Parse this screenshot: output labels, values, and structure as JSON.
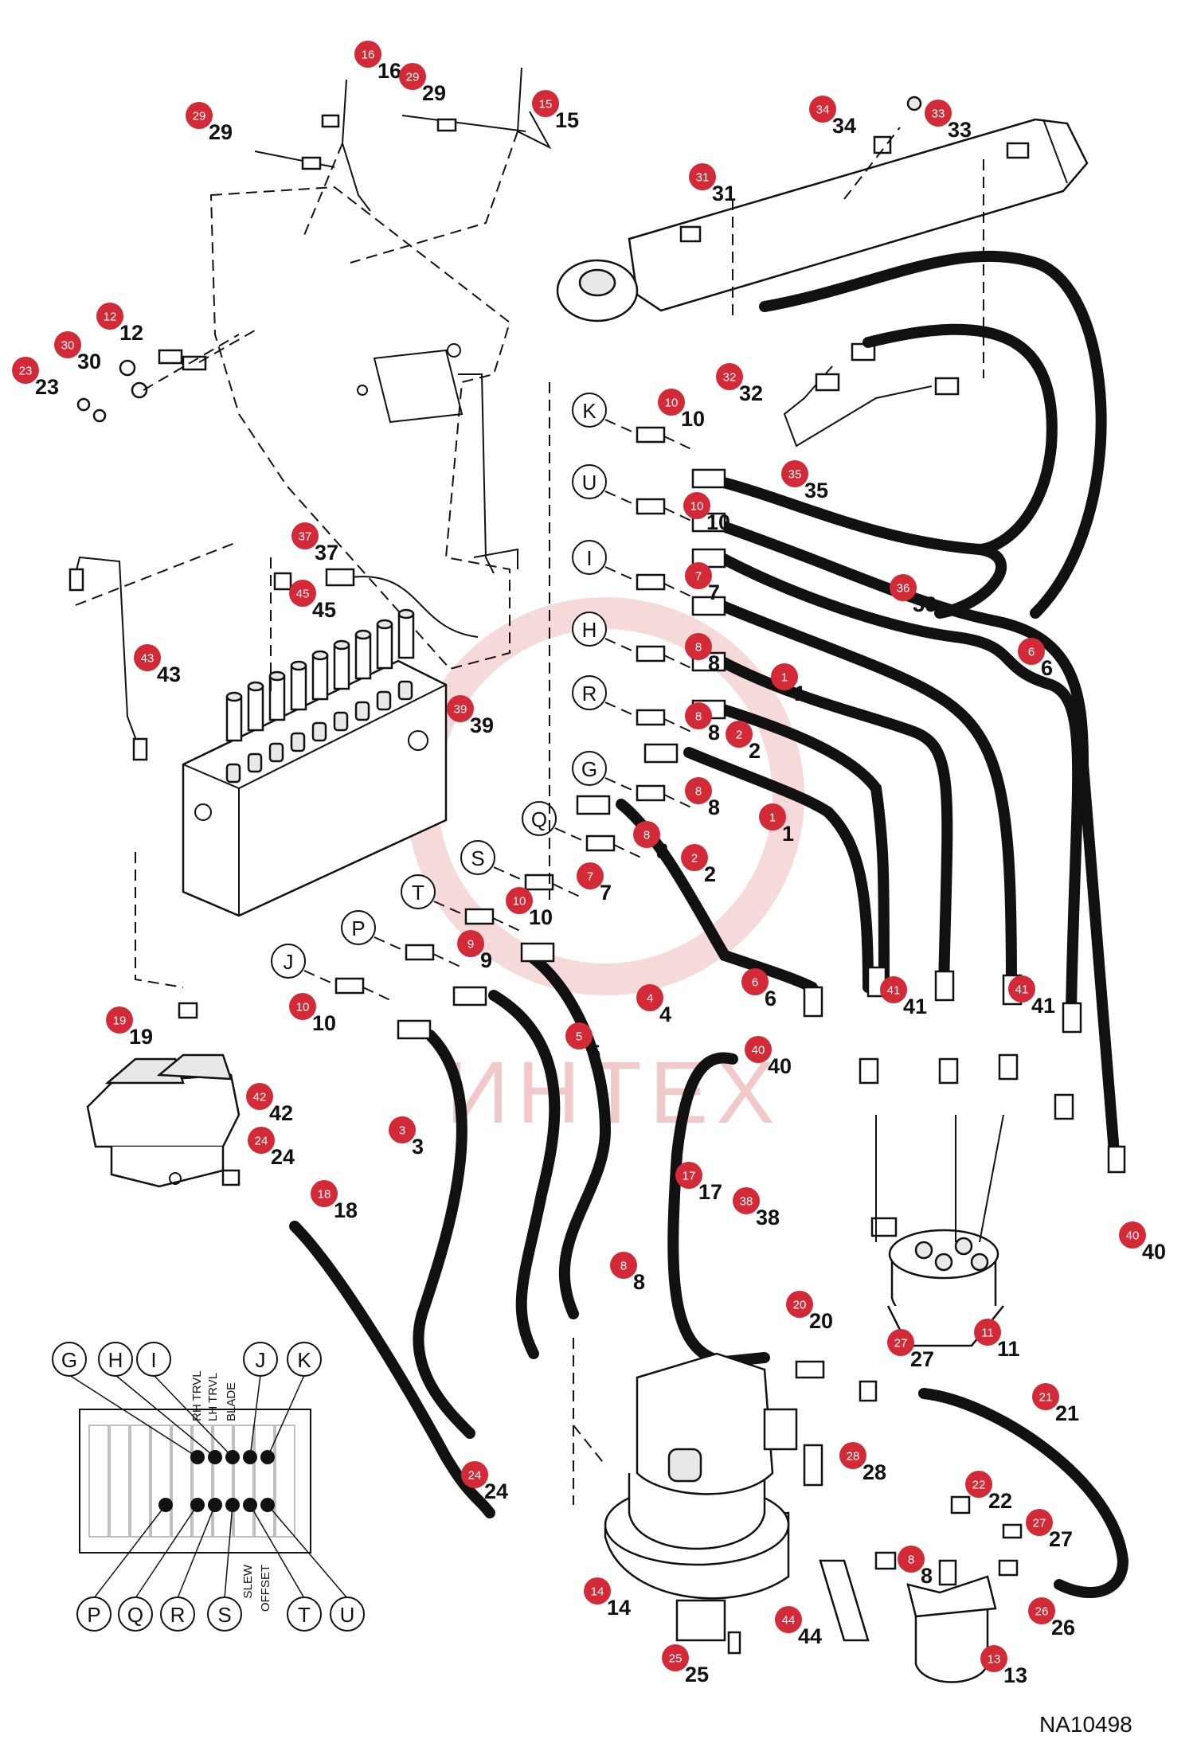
{
  "diagram": {
    "drawing_code": "NA10498",
    "watermark": "ИНТЕХ",
    "port_letters_left": [
      "K",
      "U",
      "I",
      "H",
      "R",
      "G",
      "Q",
      "S",
      "T",
      "P",
      "J"
    ],
    "valve_top_letters": [
      "G",
      "H",
      "I",
      "J",
      "K"
    ],
    "valve_bottom_letters": [
      "P",
      "Q",
      "R",
      "S",
      "T",
      "U"
    ],
    "valve_labels_top": [
      "RH TRVL",
      "LH TRVL",
      "BLADE"
    ],
    "valve_labels_bottom": [
      "SLEW",
      "OFFSET"
    ],
    "callouts": [
      "16",
      "29",
      "15",
      "29",
      "34",
      "33",
      "31",
      "12",
      "30",
      "23",
      "32",
      "10",
      "10",
      "35",
      "7",
      "36",
      "6",
      "37",
      "45",
      "8",
      "1",
      "43",
      "39",
      "8",
      "2",
      "8",
      "1",
      "8",
      "2",
      "7",
      "10",
      "9",
      "6",
      "41",
      "41",
      "19",
      "10",
      "5",
      "4",
      "40",
      "42",
      "24",
      "3",
      "17",
      "38",
      "40",
      "18",
      "8",
      "20",
      "11",
      "27",
      "21",
      "28",
      "22",
      "27",
      "24",
      "8",
      "14",
      "44",
      "26",
      "25",
      "13"
    ]
  }
}
